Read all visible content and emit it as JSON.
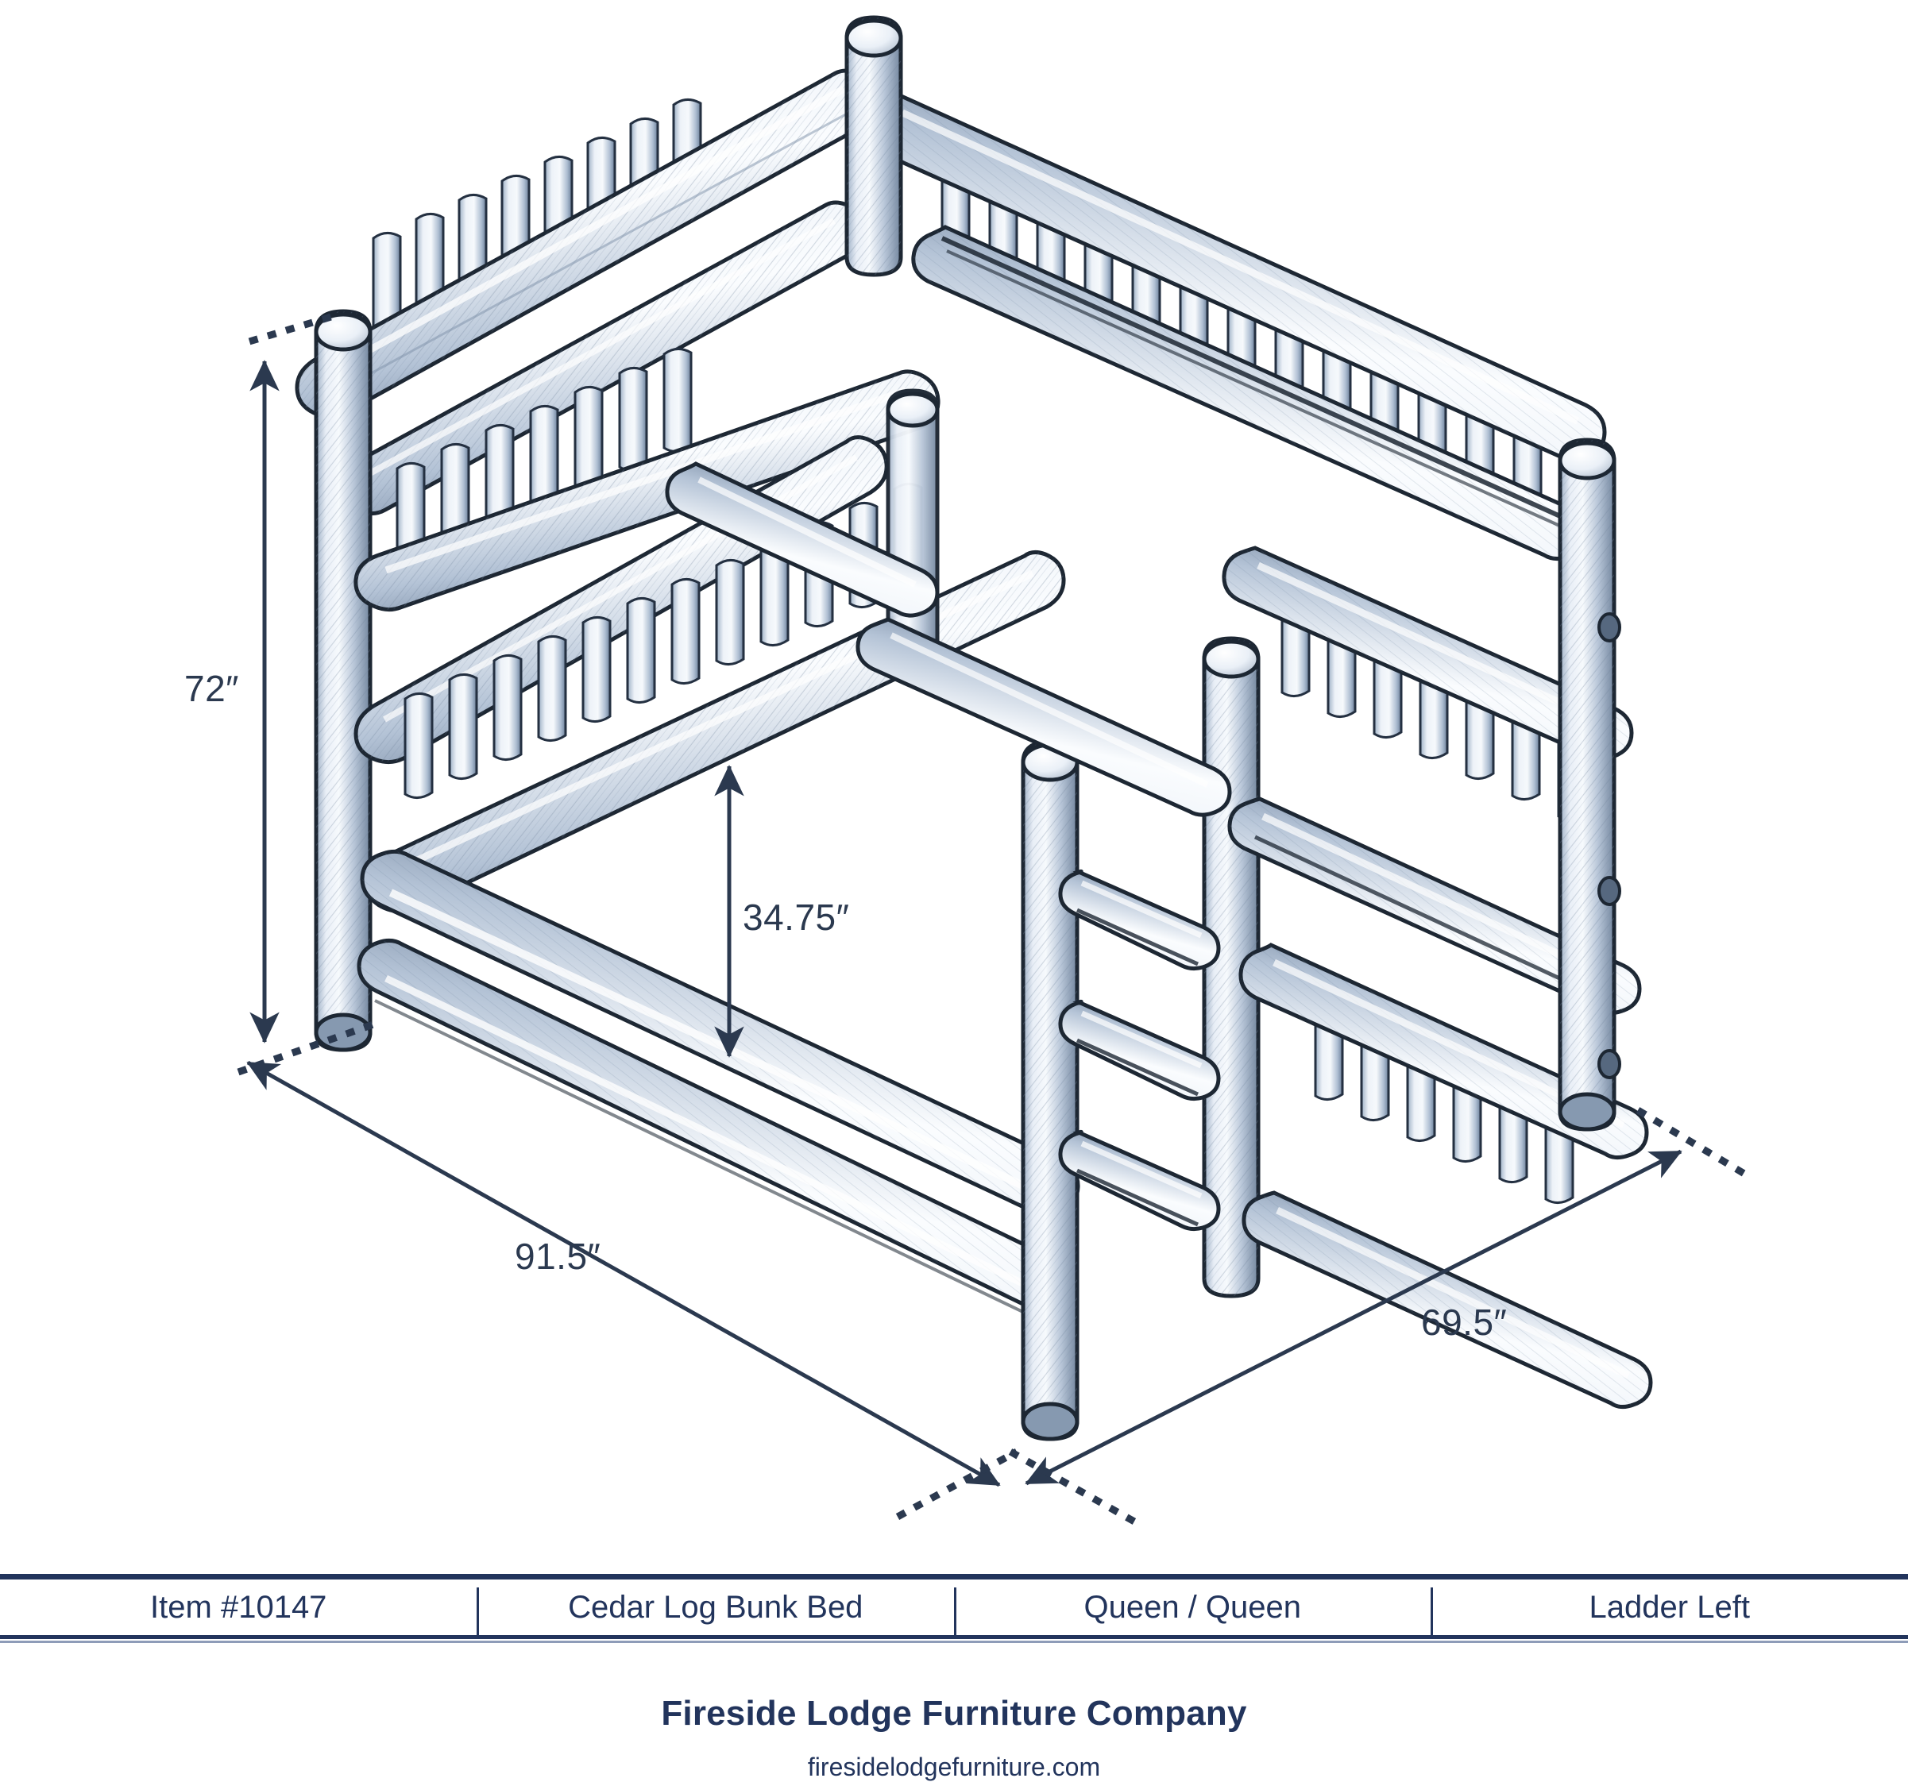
{
  "drawing": {
    "subject": "isometric-log-bunk-bed",
    "style": "pencil-sketch-technical-illustration",
    "palette": {
      "log_light": "#f4f7fb",
      "log_mid": "#b9c7d8",
      "log_dark": "#7d90a8",
      "log_shadow": "#4c5e76",
      "outline": "#1d2733",
      "dimension_line": "#2b394f",
      "background": "#ffffff"
    }
  },
  "dimensions": {
    "height": "72″",
    "clearance": "34.75″",
    "length": "91.5″",
    "width": "69.5″"
  },
  "footer": {
    "specs": [
      {
        "label": "Item #10147"
      },
      {
        "label": "Cedar Log Bunk Bed"
      },
      {
        "label": "Queen / Queen"
      },
      {
        "label": "Ladder Left"
      }
    ],
    "brand_name": "Fireside Lodge Furniture Company",
    "brand_url": "firesidelodgefurniture.com"
  }
}
